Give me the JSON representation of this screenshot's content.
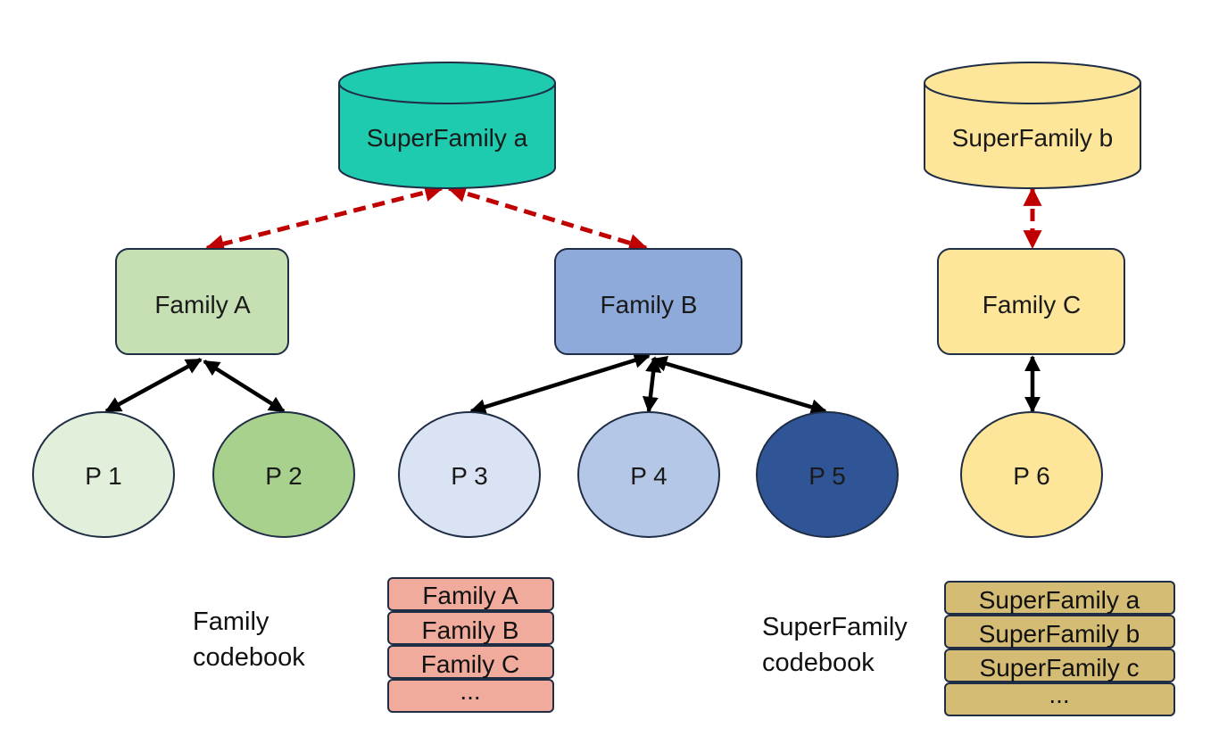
{
  "superfamilies": [
    {
      "label": "SuperFamily a",
      "fill": "#1ecbae"
    },
    {
      "label": "SuperFamily b",
      "fill": "#fde599"
    }
  ],
  "families": [
    {
      "label": "Family A",
      "fill": "#c6e0b4"
    },
    {
      "label": "Family B",
      "fill": "#8eaadb"
    },
    {
      "label": "Family C",
      "fill": "#fde599"
    }
  ],
  "proteins": [
    {
      "label": "P 1",
      "fill": "#e2efda",
      "text_color": "#1a1a1a"
    },
    {
      "label": "P 2",
      "fill": "#a9d18e",
      "text_color": "#1a1a1a"
    },
    {
      "label": "P 3",
      "fill": "#dae3f3",
      "text_color": "#1a1a1a"
    },
    {
      "label": "P 4",
      "fill": "#b4c7e7",
      "text_color": "#1a1a1a"
    },
    {
      "label": "P 5",
      "fill": "#2f5597",
      "text_color": "#ffffff"
    },
    {
      "label": "P 6",
      "fill": "#fde599",
      "text_color": "#1a1a1a"
    }
  ],
  "family_codebook": {
    "label_lines": [
      "Family",
      "codebook"
    ],
    "entries": [
      "Family A",
      "Family B",
      "Family C",
      "..."
    ],
    "fill": "#f0ab9c"
  },
  "superfamily_codebook": {
    "label_lines": [
      "SuperFamily",
      "codebook"
    ],
    "entries": [
      "SuperFamily a",
      "SuperFamily b",
      "SuperFamily c",
      "..."
    ],
    "fill": "#d4bc74"
  },
  "colors": {
    "outline": "#1f2d45",
    "dashed_arrow": "#c00000",
    "solid_arrow": "#000000"
  }
}
